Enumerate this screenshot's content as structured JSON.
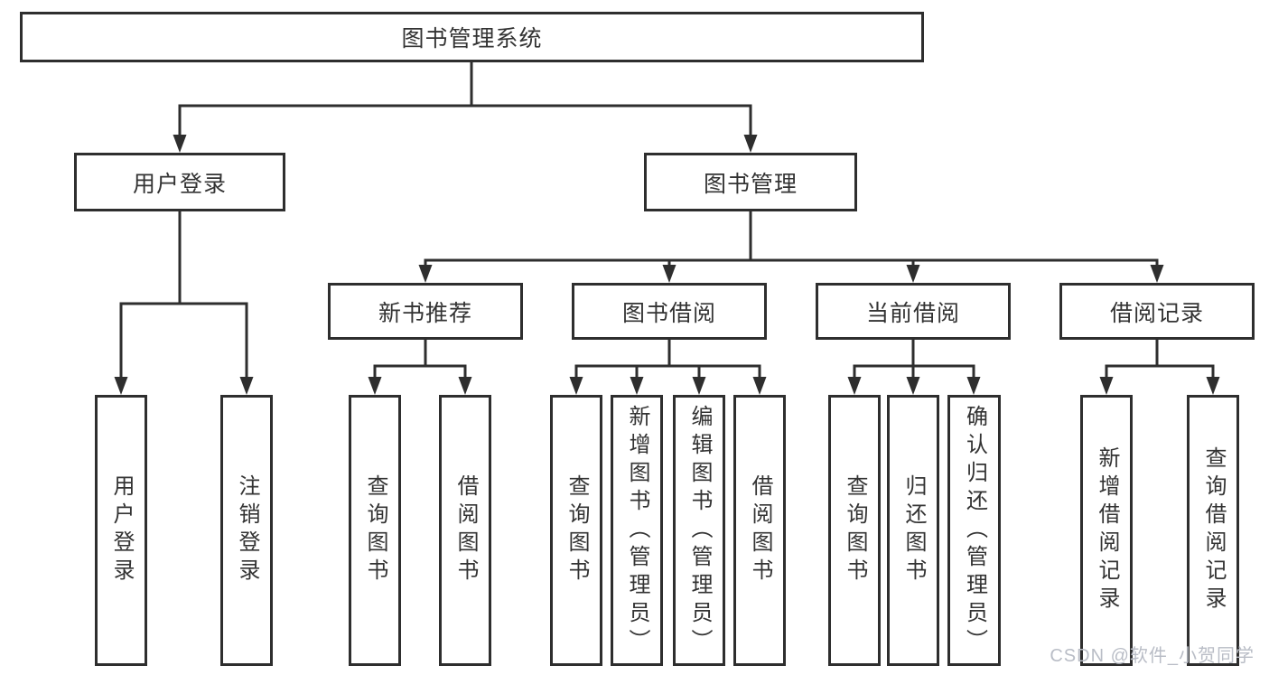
{
  "diagram": {
    "root": {
      "label": "图书管理系统"
    },
    "level2": [
      {
        "label": "用户登录"
      },
      {
        "label": "图书管理"
      }
    ],
    "level3": [
      {
        "label": "新书推荐"
      },
      {
        "label": "图书借阅"
      },
      {
        "label": "当前借阅"
      },
      {
        "label": "借阅记录"
      }
    ],
    "leaves": {
      "user_login": [
        "用户登录",
        "注销登录"
      ],
      "new_books": [
        "查询图书",
        "借阅图书"
      ],
      "book_borrow": [
        "查询图书",
        "新增图书（管理员）",
        "编辑图书（管理员）",
        "借阅图书"
      ],
      "current_borrow": [
        "查询图书",
        "归还图书",
        "确认归还（管理员）"
      ],
      "borrow_records": [
        "新增借阅记录",
        "查询借阅记录"
      ]
    }
  },
  "watermark": {
    "text": "CSDN @软件_小贺同学"
  },
  "colors": {
    "line": "#2e2e2e",
    "text": "#333333",
    "watermark": "#b9bdc6",
    "background": "#ffffff"
  }
}
